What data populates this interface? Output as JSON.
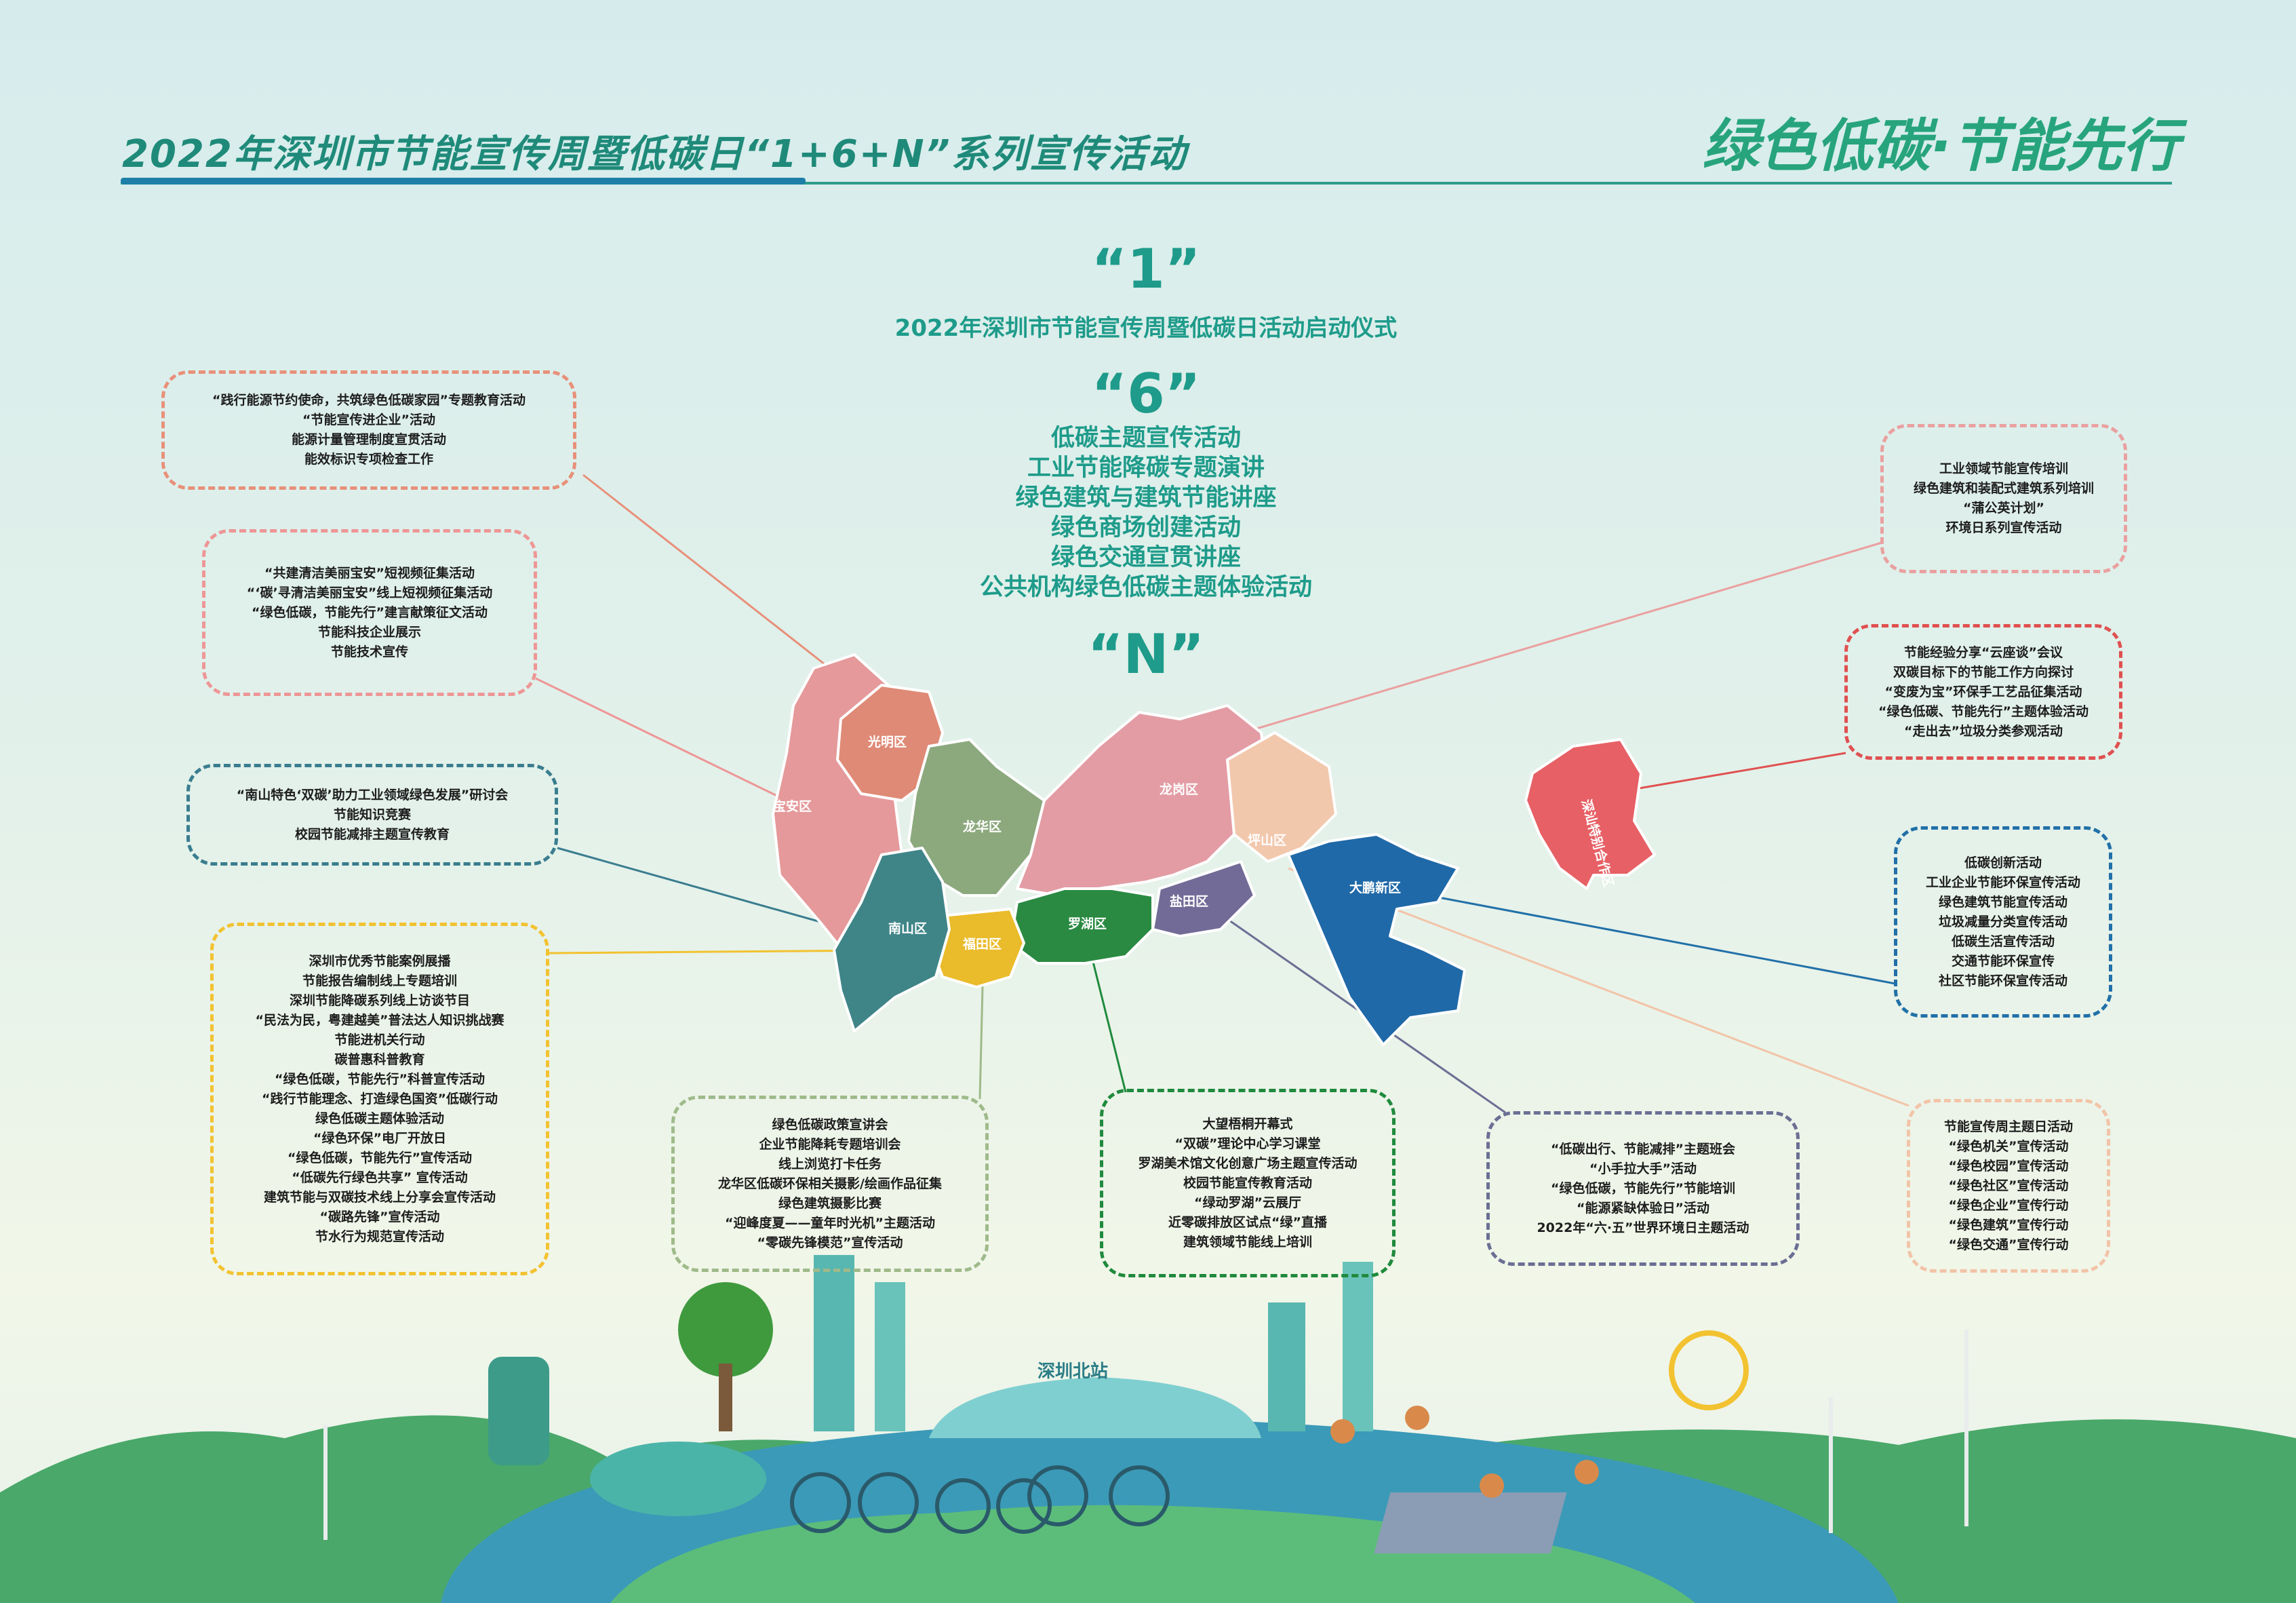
{
  "header": {
    "title": "2022年深圳市节能宣传周暨低碳日“1+6+N”系列宣传活动",
    "slogan": "绿色低碳·节能先行"
  },
  "center": {
    "label_1": "“1”",
    "title_1": "2022年深圳市节能宣传周暨低碳日活动启动仪式",
    "label_6": "“6”",
    "items_6": [
      "低碳主题宣传活动",
      "工业节能降碳专题演讲",
      "绿色建筑与建筑节能讲座",
      "绿色商场创建活动",
      "绿色交通宣贯讲座",
      "公共机构绿色低碳主题体验活动"
    ],
    "label_n": "“N”"
  },
  "districts": {
    "guangming": "光明区",
    "baoan": "宝安区",
    "longhua": "龙华区",
    "longgang": "龙岗区",
    "pingshan": "坪山区",
    "dapeng": "大鹏新区",
    "yantian": "盐田区",
    "luohu": "罗湖区",
    "futian": "福田区",
    "nanshan": "南山区",
    "shenshan": "深汕特别合作区"
  },
  "boxes": {
    "tl1": [
      "“践行能源节约使命，共筑绿色低碳家园”专题教育活动",
      "“节能宣传进企业”活动",
      "能源计量管理制度宣贯活动",
      "能效标识专项检查工作"
    ],
    "tl2": [
      "“共建清洁美丽宝安”短视频征集活动",
      "“‘碳’寻清洁美丽宝安”线上短视频征集活动",
      "“绿色低碳，节能先行”建言献策征文活动",
      "节能科技企业展示",
      "节能技术宣传"
    ],
    "l3": [
      "“南山特色‘双碳’助力工业领域绿色发展”研讨会",
      "节能知识竞赛",
      "校园节能减排主题宣传教育"
    ],
    "l4": [
      "深圳市优秀节能案例展播",
      "节能报告编制线上专题培训",
      "深圳节能降碳系列线上访谈节目",
      "“民法为民，粤建越美”普法达人知识挑战赛",
      "节能进机关行动",
      "碳普惠科普教育",
      "“绿色低碳，节能先行”科普宣传活动",
      "“践行节能理念、打造绿色国资”低碳行动",
      "绿色低碳主题体验活动",
      "“绿色环保”电厂开放日",
      "“绿色低碳，节能先行”宣传活动",
      "“低碳先行绿色共享”  宣传活动",
      "建筑节能与双碳技术线上分享会宣传活动",
      "“碳路先锋”宣传活动",
      "节水行为规范宣传活动"
    ],
    "b1": [
      "绿色低碳政策宣讲会",
      "企业节能降耗专题培训会",
      "线上浏览打卡任务",
      "龙华区低碳环保相关摄影/绘画作品征集",
      "绿色建筑摄影比赛",
      "“迎峰度夏——童年时光机”主题活动",
      "“零碳先锋模范”宣传活动"
    ],
    "b2": [
      "大望梧桐开幕式",
      "“双碳”理论中心学习课堂",
      "罗湖美术馆文化创意广场主题宣传活动",
      "校园节能宣传教育活动",
      "“绿动罗湖”云展厅",
      "近零碳排放区试点“绿”直播",
      "建筑领域节能线上培训"
    ],
    "b3": [
      "“低碳出行、节能减排”主题班会",
      "“小手拉大手”活动",
      "“绿色低碳，节能先行”节能培训",
      "“能源紧缺体验日”活动",
      "2022年“六·五”世界环境日主题活动"
    ],
    "r1": [
      "工业领域节能宣传培训",
      "绿色建筑和装配式建筑系列培训",
      "“蒲公英计划”",
      "环境日系列宣传活动"
    ],
    "r2": [
      "节能经验分享“云座谈”会议",
      "双碳目标下的节能工作方向探讨",
      "“变废为宝”环保手工艺品征集活动",
      "“绿色低碳、节能先行”主题体验活动",
      "“走出去”垃圾分类参观活动"
    ],
    "r3": [
      "低碳创新活动",
      "工业企业节能环保宣传活动",
      "绿色建筑节能宣传活动",
      "垃圾减量分类宣传活动",
      "低碳生活宣传活动",
      "交通节能环保宣传",
      "社区节能环保宣传活动"
    ],
    "r4": [
      "节能宣传周主题日活动",
      "“绿色机关”宣传活动",
      "“绿色校园”宣传活动",
      "“绿色社区”宣传活动",
      "“绿色企业”宣传行动",
      "“绿色建筑”宣传行动",
      "“绿色交通”宣传行动"
    ]
  },
  "scene": {
    "station_sign": "深圳北站"
  }
}
